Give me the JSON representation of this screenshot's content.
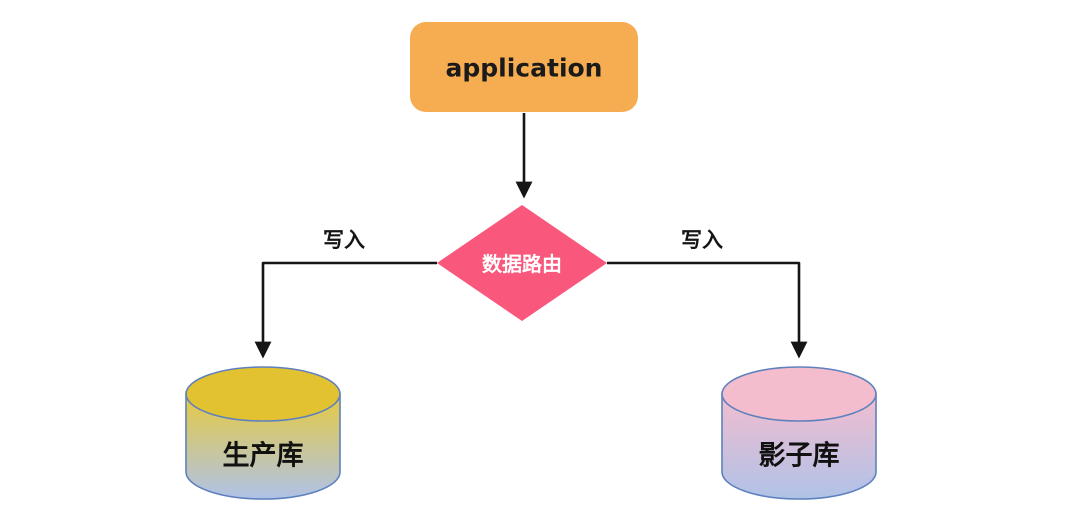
{
  "diagram": {
    "application": {
      "label": "application",
      "fill": "#F6AC50",
      "text_color": "#1a1a1a"
    },
    "router": {
      "label": "数据路由",
      "fill": "#F9577B",
      "text_color": "#ffffff"
    },
    "production_db": {
      "label": "生产库",
      "top_fill": "#E3C232",
      "body_top": "#E6CA40",
      "body_bottom": "#AFC2E8",
      "stroke": "#5E81BE",
      "text_color": "#111111"
    },
    "shadow_db": {
      "label": "影子库",
      "top_fill": "#F3BDCE",
      "body_top": "#F3BDCE",
      "body_bottom": "#AFC2E8",
      "stroke": "#5E81BE",
      "text_color": "#111111"
    },
    "edges": {
      "left_label": "写入",
      "right_label": "写入",
      "stroke": "#151515"
    }
  }
}
